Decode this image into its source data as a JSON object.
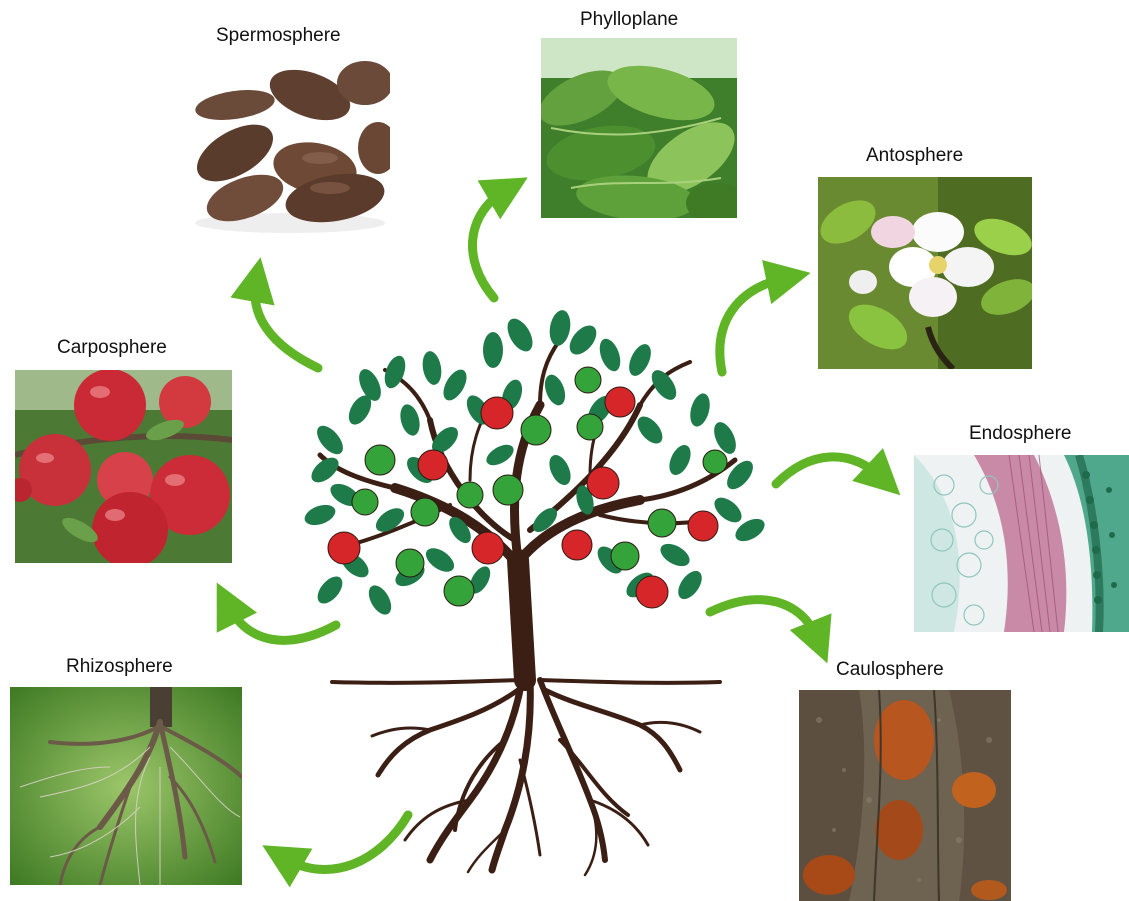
{
  "diagram": {
    "labels": {
      "spermosphere": "Spermosphere",
      "phylloplane": "Phylloplane",
      "antosphere": "Antosphere",
      "carposphere": "Carposphere",
      "endosphere": "Endosphere",
      "rhizosphere": "Rhizosphere",
      "caulosphere": "Caulosphere"
    },
    "images": {
      "spermosphere": "apple seeds photo",
      "phylloplane": "apple leaves photo",
      "antosphere": "apple blossom photo",
      "carposphere": "red apples on branch photo",
      "endosphere": "stem cross-section micrograph",
      "rhizosphere": "roots in soil photo",
      "caulosphere": "tree bark photo"
    },
    "colors": {
      "arrow": "#5fb526",
      "leaf": "#1f7a4a",
      "trunk": "#3b1f14",
      "apple_red": "#d7262a",
      "apple_green": "#33a33a"
    }
  }
}
